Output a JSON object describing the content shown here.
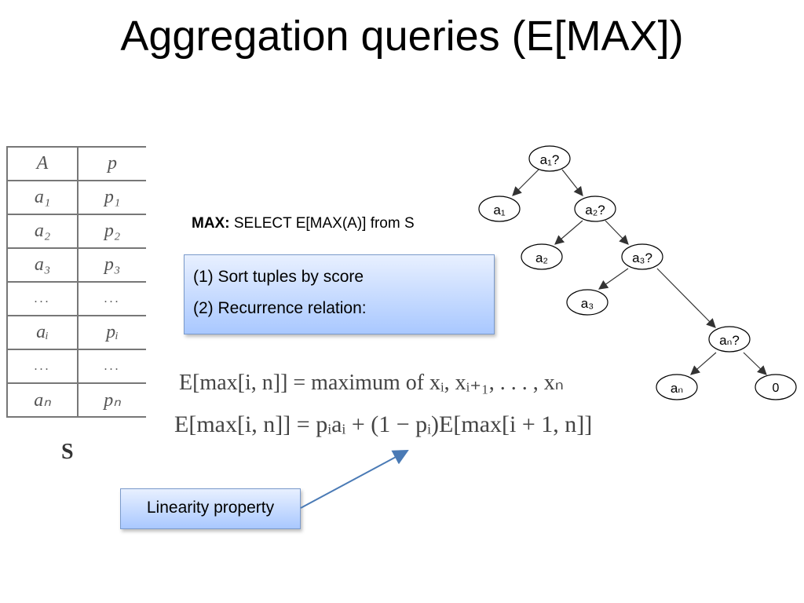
{
  "title": "Aggregation queries (E[MAX])",
  "relation": {
    "headers": [
      "A",
      "p"
    ],
    "rows": [
      [
        "a₁",
        "p₁"
      ],
      [
        "a₂",
        "p₂"
      ],
      [
        "a₃",
        "p₃"
      ],
      [
        "...",
        "..."
      ],
      [
        "aᵢ",
        "pᵢ"
      ],
      [
        "...",
        "..."
      ],
      [
        "aₙ",
        "pₙ"
      ]
    ],
    "name": "S"
  },
  "query": {
    "label": "MAX:",
    "text": "SELECT E[MAX(A)] from S"
  },
  "steps": {
    "step1": "(1) Sort tuples by score",
    "step2": "(2) Recurrence relation:"
  },
  "equations": {
    "eq1": "E[max[i, n]] = maximum of xᵢ, xᵢ₊₁, . . . , xₙ",
    "eq2": "E[max[i, n]] = pᵢaᵢ + (1 − pᵢ)E[max[i + 1, n]]"
  },
  "callout": "Linearity property",
  "tree": {
    "node_a1q": "a₁?",
    "leaf_a1": "a₁",
    "node_a2q": "a₂?",
    "leaf_a2": "a₂",
    "node_a3q": "a₃?",
    "leaf_a3": "a₃",
    "node_anq": "aₙ?",
    "leaf_an": "aₙ",
    "leaf_zero": "0"
  },
  "colors": {
    "box_top": "#e8f0ff",
    "box_bottom": "#a9c8ff",
    "arrow": "#4a7ab5"
  }
}
